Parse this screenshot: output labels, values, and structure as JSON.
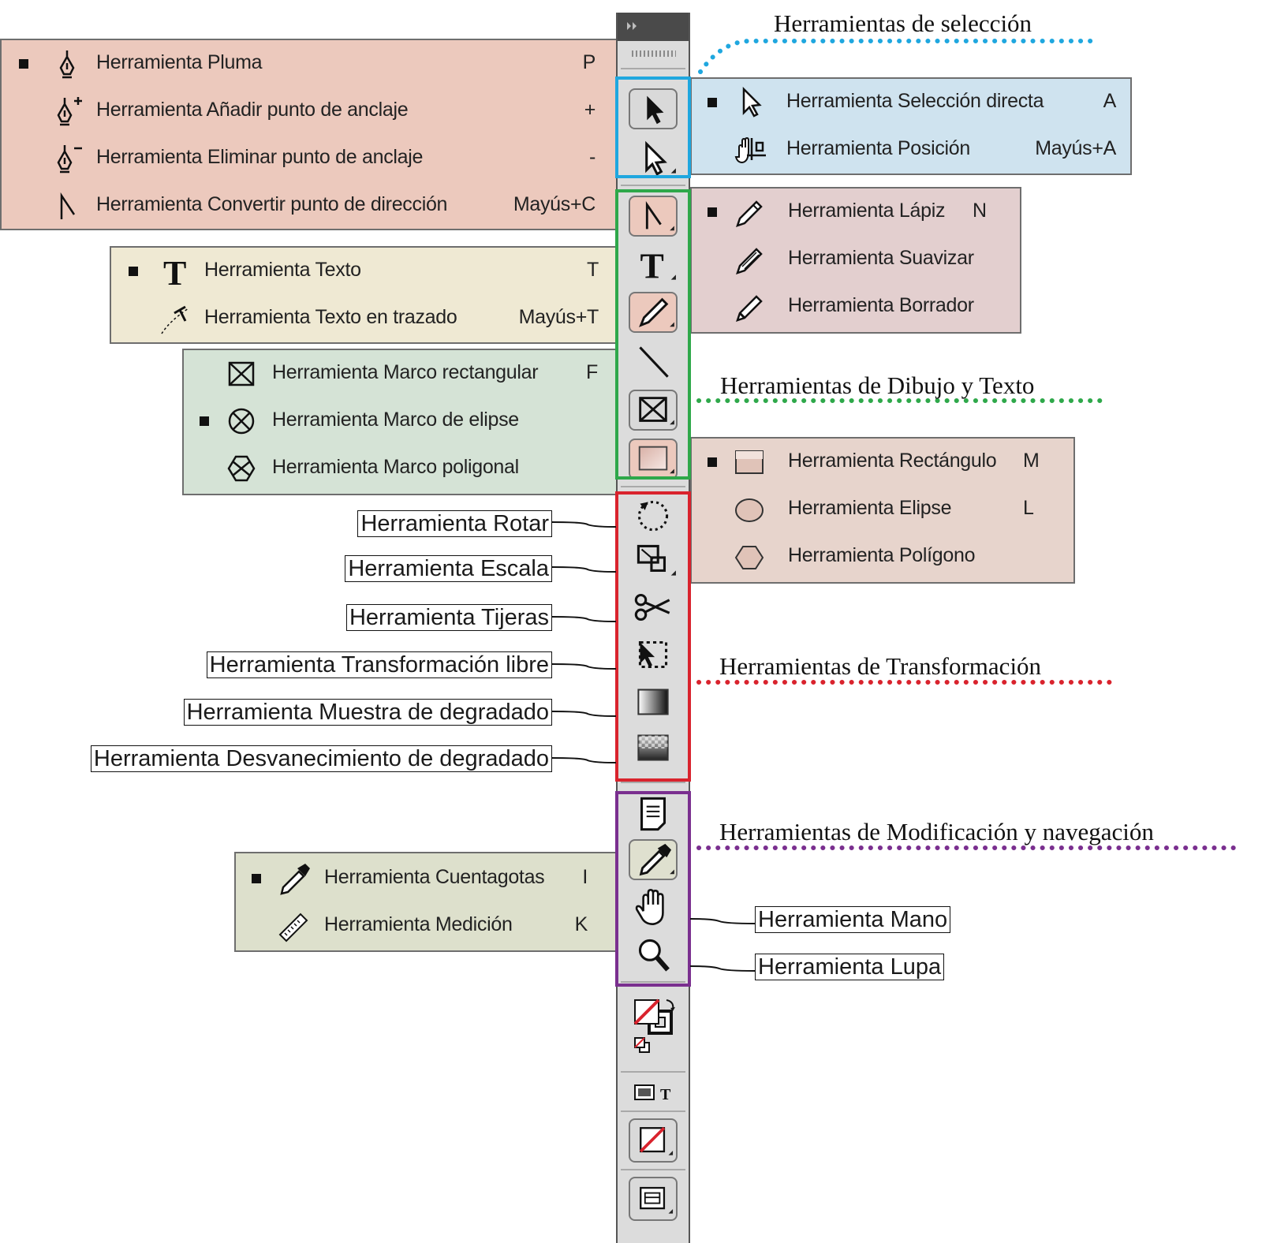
{
  "colors": {
    "selection": "#1fa7df",
    "drawing": "#2ea84a",
    "transform": "#d9232d",
    "modify": "#7a2f8f",
    "pen_bg": "#ecc9bd",
    "selection_bg": "#cfe3ef",
    "pencil_bg": "#e3cfcf",
    "text_bg": "#efe9d3",
    "frame_bg": "#d5e3d6",
    "shape_bg": "#e7d4cc",
    "eyedropper_bg": "#dde0cc"
  },
  "headings": {
    "selection": "Herramientas de selección",
    "drawing": "Herramientas de Dibujo y Texto",
    "transform": "Herramientas de Transformación",
    "modify": "Herramientas de Modificación y navegación"
  },
  "flyouts": {
    "pen": [
      {
        "icon": "pen-icon",
        "label": "Herramienta Pluma",
        "key": "P",
        "selected": true
      },
      {
        "icon": "add-anchor-icon",
        "label": "Herramienta Añadir punto de anclaje",
        "key": "+",
        "selected": false
      },
      {
        "icon": "delete-anchor-icon",
        "label": "Herramienta Eliminar punto de anclaje",
        "key": "-",
        "selected": false
      },
      {
        "icon": "convert-direction-icon",
        "label": "Herramienta Convertir punto de dirección",
        "key": "Mayús+C",
        "selected": false
      }
    ],
    "selection": [
      {
        "icon": "direct-selection-icon",
        "label": "Herramienta Selección directa",
        "key": "A",
        "selected": true
      },
      {
        "icon": "position-icon",
        "label": "Herramienta Posición",
        "key": "Mayús+A",
        "selected": false
      }
    ],
    "pencil": [
      {
        "icon": "pencil-icon",
        "label": "Herramienta Lápiz",
        "key": "N",
        "selected": true
      },
      {
        "icon": "smooth-icon",
        "label": "Herramienta Suavizar",
        "key": "",
        "selected": false
      },
      {
        "icon": "eraser-icon",
        "label": "Herramienta Borrador",
        "key": "",
        "selected": false
      }
    ],
    "text": [
      {
        "icon": "type-icon",
        "label": "Herramienta Texto",
        "key": "T",
        "selected": true
      },
      {
        "icon": "type-on-path-icon",
        "label": "Herramienta Texto en trazado",
        "key": "Mayús+T",
        "selected": false
      }
    ],
    "frame": [
      {
        "icon": "rectangle-frame-icon",
        "label": "Herramienta Marco rectangular",
        "key": "F",
        "selected": false
      },
      {
        "icon": "ellipse-frame-icon",
        "label": "Herramienta Marco de elipse",
        "key": "",
        "selected": true
      },
      {
        "icon": "polygon-frame-icon",
        "label": "Herramienta Marco poligonal",
        "key": "",
        "selected": false
      }
    ],
    "shape": [
      {
        "icon": "rectangle-icon",
        "label": "Herramienta Rectángulo",
        "key": "M",
        "selected": true
      },
      {
        "icon": "ellipse-icon",
        "label": "Herramienta Elipse",
        "key": "L",
        "selected": false
      },
      {
        "icon": "polygon-icon",
        "label": "Herramienta Polígono",
        "key": "",
        "selected": false
      }
    ],
    "eyedropper": [
      {
        "icon": "eyedropper-icon",
        "label": "Herramienta Cuentagotas",
        "key": "I",
        "selected": true
      },
      {
        "icon": "measure-icon",
        "label": "Herramienta Medición",
        "key": "K",
        "selected": false
      }
    ]
  },
  "callouts": {
    "rotate": "Herramienta Rotar",
    "scale": "Herramienta Escala",
    "scissors": "Herramienta Tijeras",
    "free_transform": "Herramienta Transformación libre",
    "gradient_swatch": "Herramienta Muestra de degradado",
    "gradient_feather": "Herramienta Desvanecimiento de degradado",
    "hand": "Herramienta Mano",
    "zoom": "Herramienta Lupa"
  },
  "toolbar": {
    "type_glyph": "T",
    "format_glyph": "T"
  }
}
